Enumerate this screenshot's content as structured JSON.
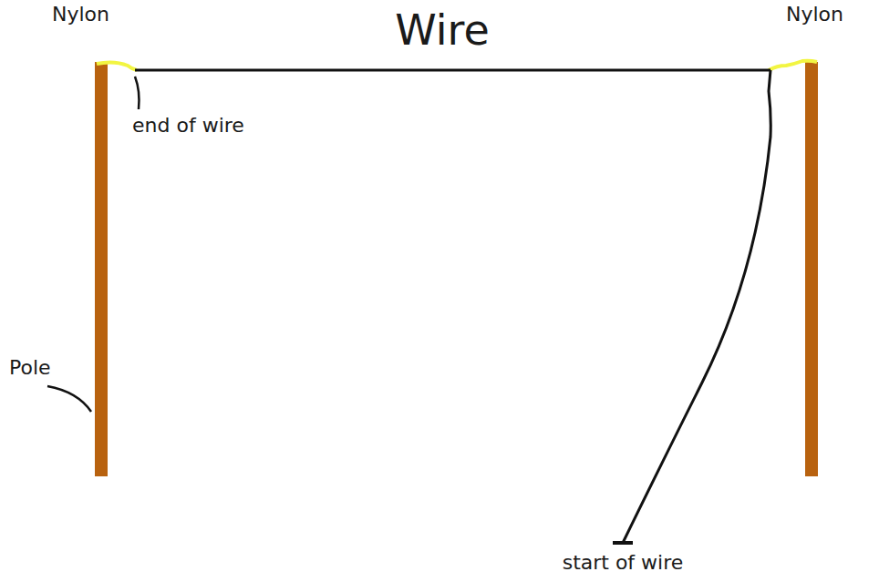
{
  "diagram": {
    "title": "Wire",
    "labels": [
      "Nylon",
      "Nylon",
      "end of wire",
      "Pole",
      "start of wire"
    ]
  }
}
